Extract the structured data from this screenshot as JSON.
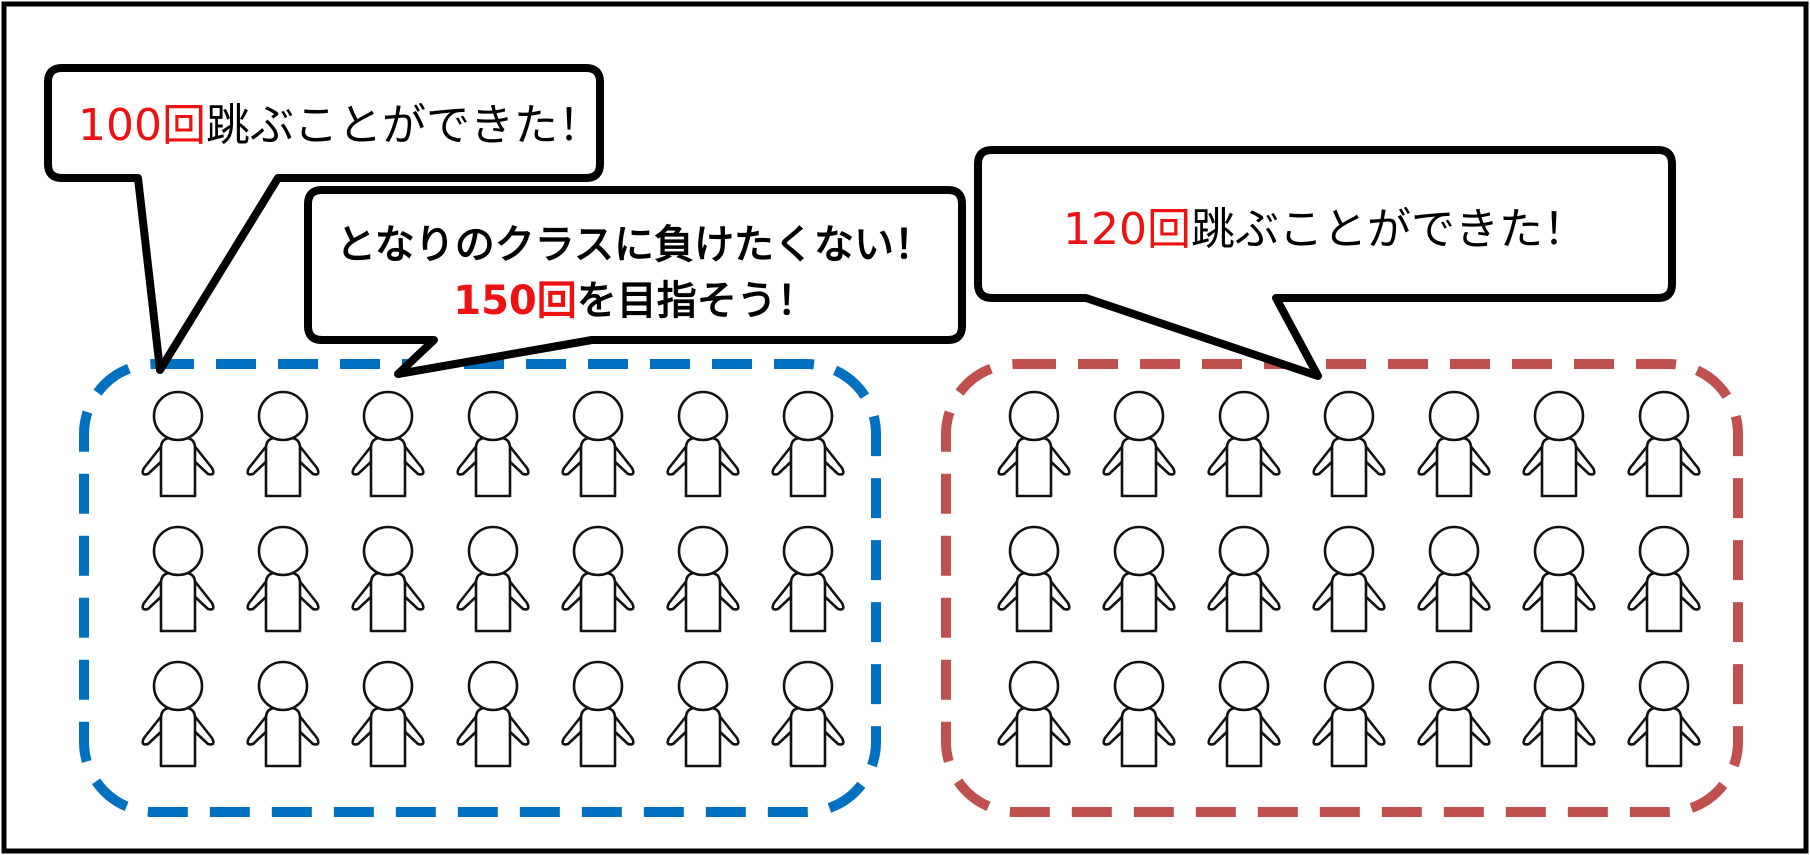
{
  "colors": {
    "frame": "#000000",
    "highlight": "#ee1111",
    "group_left": "#0070c0",
    "group_right": "#c0504d"
  },
  "bubbles": {
    "left": {
      "count": "100回",
      "rest": "跳ぶことができた！"
    },
    "middle": {
      "line1": "となりのクラスに負けたくない！",
      "count": "150回",
      "rest": "を目指そう！"
    },
    "right": {
      "count": "120回",
      "rest": "跳ぶことができた！"
    }
  },
  "groups": [
    {
      "name": "left-class",
      "color": "#0070c0",
      "rows": 3,
      "cols": 7
    },
    {
      "name": "right-class",
      "color": "#c0504d",
      "rows": 3,
      "cols": 7
    }
  ],
  "icons": {
    "person": "person-icon"
  }
}
